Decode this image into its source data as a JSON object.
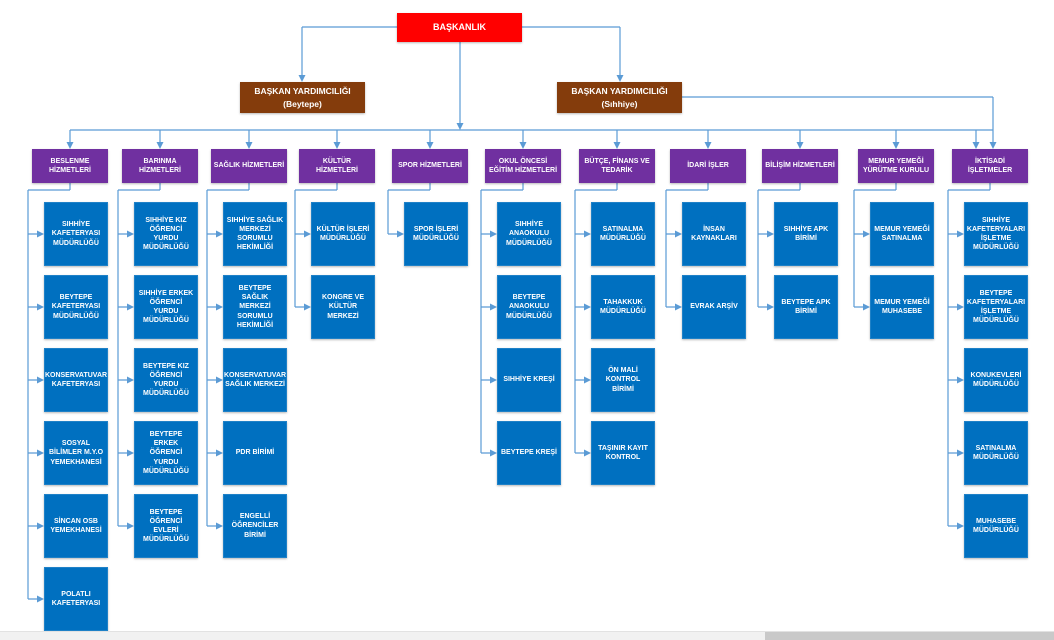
{
  "root": {
    "label": "BAŞKANLIK"
  },
  "deputies": [
    {
      "line1": "BAŞKAN YARDIMCILIĞI",
      "line2": "(Beytepe)"
    },
    {
      "line1": "BAŞKAN YARDIMCILIĞI",
      "line2": "(Sıhhiye)"
    }
  ],
  "columns": [
    {
      "label": "BESLENME HİZMETLERİ",
      "children": [
        "SIHHİYE KAFETERYASI MÜDÜRLÜĞÜ",
        "BEYTEPE KAFETERYASI MÜDÜRLÜĞÜ",
        "KONSERVATUVAR KAFETERYASI",
        "SOSYAL BİLİMLER M.Y.O YEMEKHANESİ",
        "SİNCAN OSB YEMEKHANESİ",
        "POLATLI KAFETERYASI"
      ]
    },
    {
      "label": "BARINMA HİZMETLERİ",
      "children": [
        "SIHHİYE KIZ ÖĞRENCİ YURDU MÜDÜRLÜĞÜ",
        "SIHHİYE ERKEK ÖĞRENCİ YURDU MÜDÜRLÜĞÜ",
        "BEYTEPE KIZ ÖĞRENCİ YURDU MÜDÜRLÜĞÜ",
        "BEYTEPE ERKEK ÖĞRENCİ YURDU MÜDÜRLÜĞÜ",
        "BEYTEPE ÖĞRENCİ EVLERİ MÜDÜRLÜĞÜ"
      ]
    },
    {
      "label": "SAĞLIK HİZMETLERİ",
      "children": [
        "SIHHİYE SAĞLIK MERKEZİ SORUMLU HEKİMLİĞİ",
        "BEYTEPE SAĞLIK MERKEZİ SORUMLU HEKİMLİĞİ",
        "KONSERVATUVAR SAĞLIK MERKEZİ",
        "PDR BİRİMİ",
        "ENGELLİ ÖĞRENCİLER BİRİMİ"
      ]
    },
    {
      "label": "KÜLTÜR HİZMETLERİ",
      "children": [
        "KÜLTÜR İŞLERİ MÜDÜRLÜĞÜ",
        "KONGRE VE KÜLTÜR MERKEZİ"
      ]
    },
    {
      "label": "SPOR HİZMETLERİ",
      "children": [
        "SPOR İŞLERİ MÜDÜRLÜĞÜ"
      ]
    },
    {
      "label": "OKUL ÖNCESİ EĞİTİM HİZMETLERİ",
      "children": [
        "SIHHİYE ANAOKULU MÜDÜRLÜĞÜ",
        "BEYTEPE ANAOKULU MÜDÜRLÜĞÜ",
        "SIHHİYE KREŞİ",
        "BEYTEPE KREŞİ"
      ]
    },
    {
      "label": "BÜTÇE, FİNANS VE TEDARİK",
      "children": [
        "SATINALMA MÜDÜRLÜĞÜ",
        "TAHAKKUK MÜDÜRLÜĞÜ",
        "ÖN MALİ KONTROL BİRİMİ",
        "TAŞINIR KAYIT KONTROL"
      ]
    },
    {
      "label": "İDARİ İŞLER",
      "children": [
        "İNSAN KAYNAKLARI",
        "EVRAK ARŞİV"
      ]
    },
    {
      "label": "BİLİŞİM HİZMETLERİ",
      "children": [
        "SIHHİYE APK BİRİMİ",
        "BEYTEPE APK BİRİMİ"
      ]
    },
    {
      "label": "MEMUR YEMEĞİ YÜRÜTME KURULU",
      "children": [
        "MEMUR YEMEĞİ SATINALMA",
        "MEMUR YEMEĞİ MUHASEBE"
      ]
    },
    {
      "label": "İKTİSADİ İŞLETMELER",
      "children": [
        "SIHHİYE KAFETERYALARI İŞLETME MÜDÜRLÜĞÜ",
        "BEYTEPE KAFETERYALARI İŞLETME MÜDÜRLÜĞÜ",
        "KONUKEVLERİ MÜDÜRLÜĞÜ",
        "SATINALMA MÜDÜRLÜĞÜ",
        "MUHASEBE MÜDÜRLÜĞÜ"
      ]
    }
  ],
  "colors": {
    "root_box": "#ff0000",
    "deputy_box": "#843c0c",
    "department_box": "#7030a0",
    "unit_box": "#0070c0",
    "connector": "#5b9bd5",
    "scrollbar_track": "#f1f1f1",
    "scrollbar_thumb": "#c9c9c9"
  }
}
